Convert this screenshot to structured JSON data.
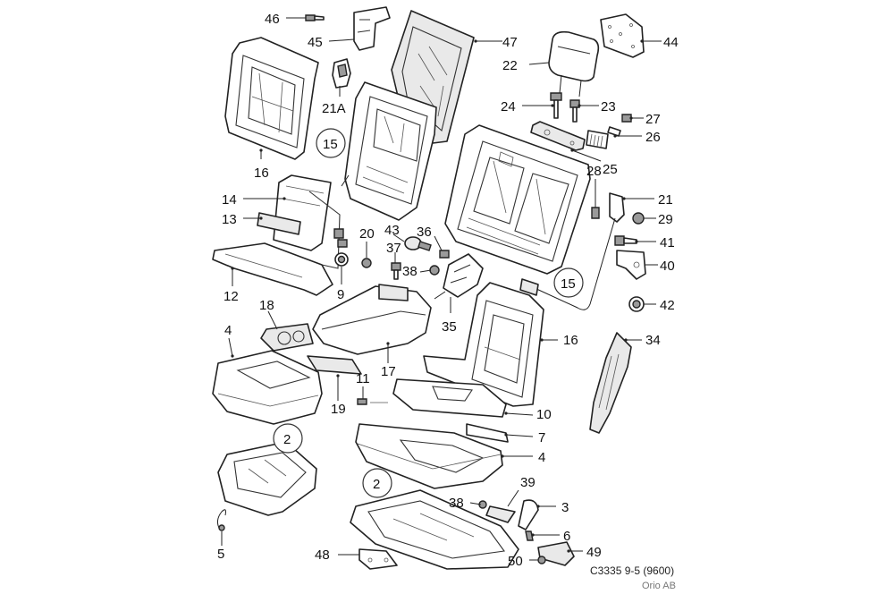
{
  "labels": {
    "p46": "46",
    "p45": "45",
    "p47": "47",
    "p44": "44",
    "p22": "22",
    "p21A": "21A",
    "p24": "24",
    "p23": "23",
    "p27": "27",
    "p26": "26",
    "p25": "25",
    "p16a": "16",
    "p15a": "15",
    "p28": "28",
    "p21": "21",
    "p29": "29",
    "p14": "14",
    "p13": "13",
    "p43": "43",
    "p36": "36",
    "p41": "41",
    "p40": "40",
    "p20": "20",
    "p37": "37",
    "p38a": "38",
    "p9": "9",
    "p12": "12",
    "p15b": "15",
    "p42": "42",
    "p18": "18",
    "p35": "35",
    "p16b": "16",
    "p34": "34",
    "p4a": "4",
    "p17": "17",
    "p11": "11",
    "p19": "19",
    "p10": "10",
    "p7": "7",
    "p2a": "2",
    "p4b": "4",
    "p39": "39",
    "p2b": "2",
    "p38b": "38",
    "p3": "3",
    "p6": "6",
    "p5": "5",
    "p48": "48",
    "p49": "49",
    "p50": "50"
  },
  "caption": {
    "code": "C3335 9-5 (9600)",
    "company": "Orio AB"
  },
  "colors": {
    "line": "#222222",
    "fill": "#ffffff",
    "shade": "#e9e9e9"
  }
}
